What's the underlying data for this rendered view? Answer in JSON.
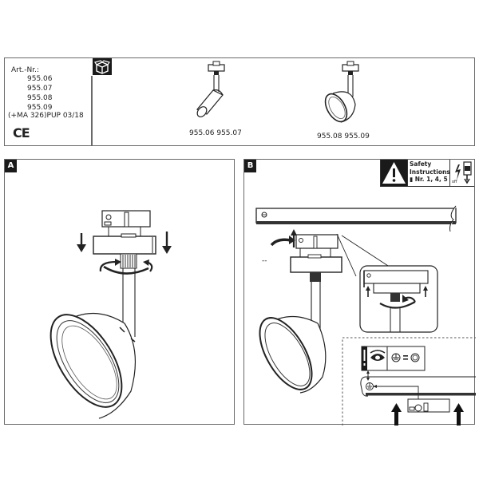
{
  "header": {
    "art_label": "Art.-Nr.:",
    "article_numbers": [
      "955.06",
      "955.07",
      "955.08",
      "955.09"
    ],
    "extra": "(+MA 326)PUP 03/18",
    "ce_mark": "CE",
    "package_icon": "package-box-icon"
  },
  "products": [
    {
      "caption": "955.06  955.07",
      "type": "cylinder-spotlight"
    },
    {
      "caption": "955.08  955.09",
      "type": "dome-spotlight"
    }
  ],
  "panels": [
    {
      "letter": "A",
      "content": "adapter-mounting-rotation"
    },
    {
      "letter": "B",
      "content": "track-installation"
    }
  ],
  "safety": {
    "title_line1": "Safety",
    "title_line2": "Instructions",
    "ref": "Nr. 1, 4, 5",
    "off_label": "off",
    "icons": [
      "warning-triangle-icon",
      "book-icon",
      "power-off-icon"
    ]
  },
  "colors": {
    "ink": "#1a1a1a",
    "frame": "#6a6a6a",
    "background": "#ffffff"
  }
}
